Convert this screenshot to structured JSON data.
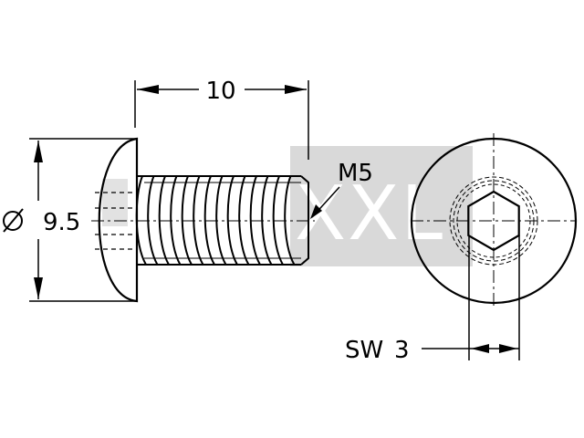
{
  "dimensions": {
    "length": "10",
    "thread": "M5",
    "diameter": "9.5",
    "diameter_symbol": "Ø",
    "wrench_size_label": "SW",
    "wrench_size_value": "3"
  },
  "watermark": {
    "text": "XXL",
    "color": "#d3d3d3"
  },
  "colors": {
    "line": "#000000",
    "hidden_line": "#000000",
    "background": "#ffffff"
  },
  "icons": {
    "hex_socket": "hexagon-icon",
    "diameter_symbol": "diameter-icon"
  }
}
